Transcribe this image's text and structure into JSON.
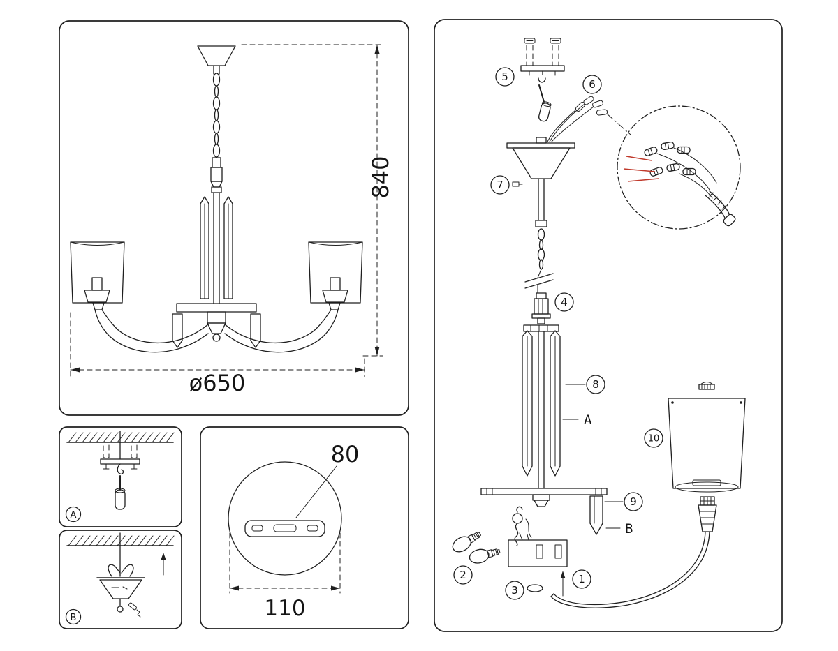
{
  "colors": {
    "ink": "#1f1f1f",
    "red": "#c0392b",
    "bg": "#ffffff"
  },
  "overview_panel": {
    "dim_height": "840",
    "dim_diameter": "ø650"
  },
  "mount_detail": {
    "dim_slot": "80",
    "dim_plate": "110"
  },
  "install_steps": {
    "step_a": "A",
    "step_b": "B"
  },
  "assembly": {
    "callouts": [
      "1",
      "2",
      "3",
      "4",
      "5",
      "6",
      "7",
      "8",
      "9",
      "10"
    ],
    "crystal_a_label": "A",
    "crystal_b_label": "B"
  }
}
